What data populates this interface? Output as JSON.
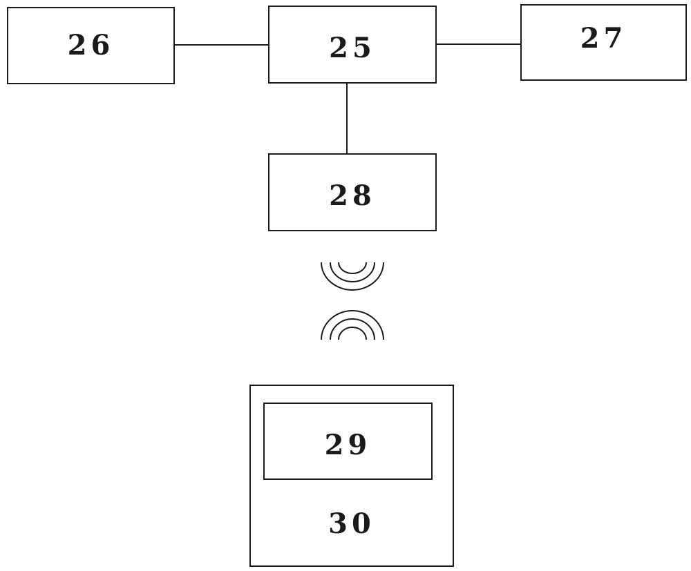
{
  "blocks": {
    "b26": {
      "label": "26"
    },
    "b25": {
      "label": "25"
    },
    "b27": {
      "label": "27"
    },
    "b28": {
      "label": "28"
    },
    "b29": {
      "label": "29"
    },
    "b30": {
      "label": "30"
    }
  },
  "colors": {
    "line": "#1a1a1a",
    "background": "#ffffff"
  },
  "icons": {
    "upper_signal": "wireless-signal-arcs-down",
    "lower_signal": "wireless-signal-arcs-up"
  }
}
